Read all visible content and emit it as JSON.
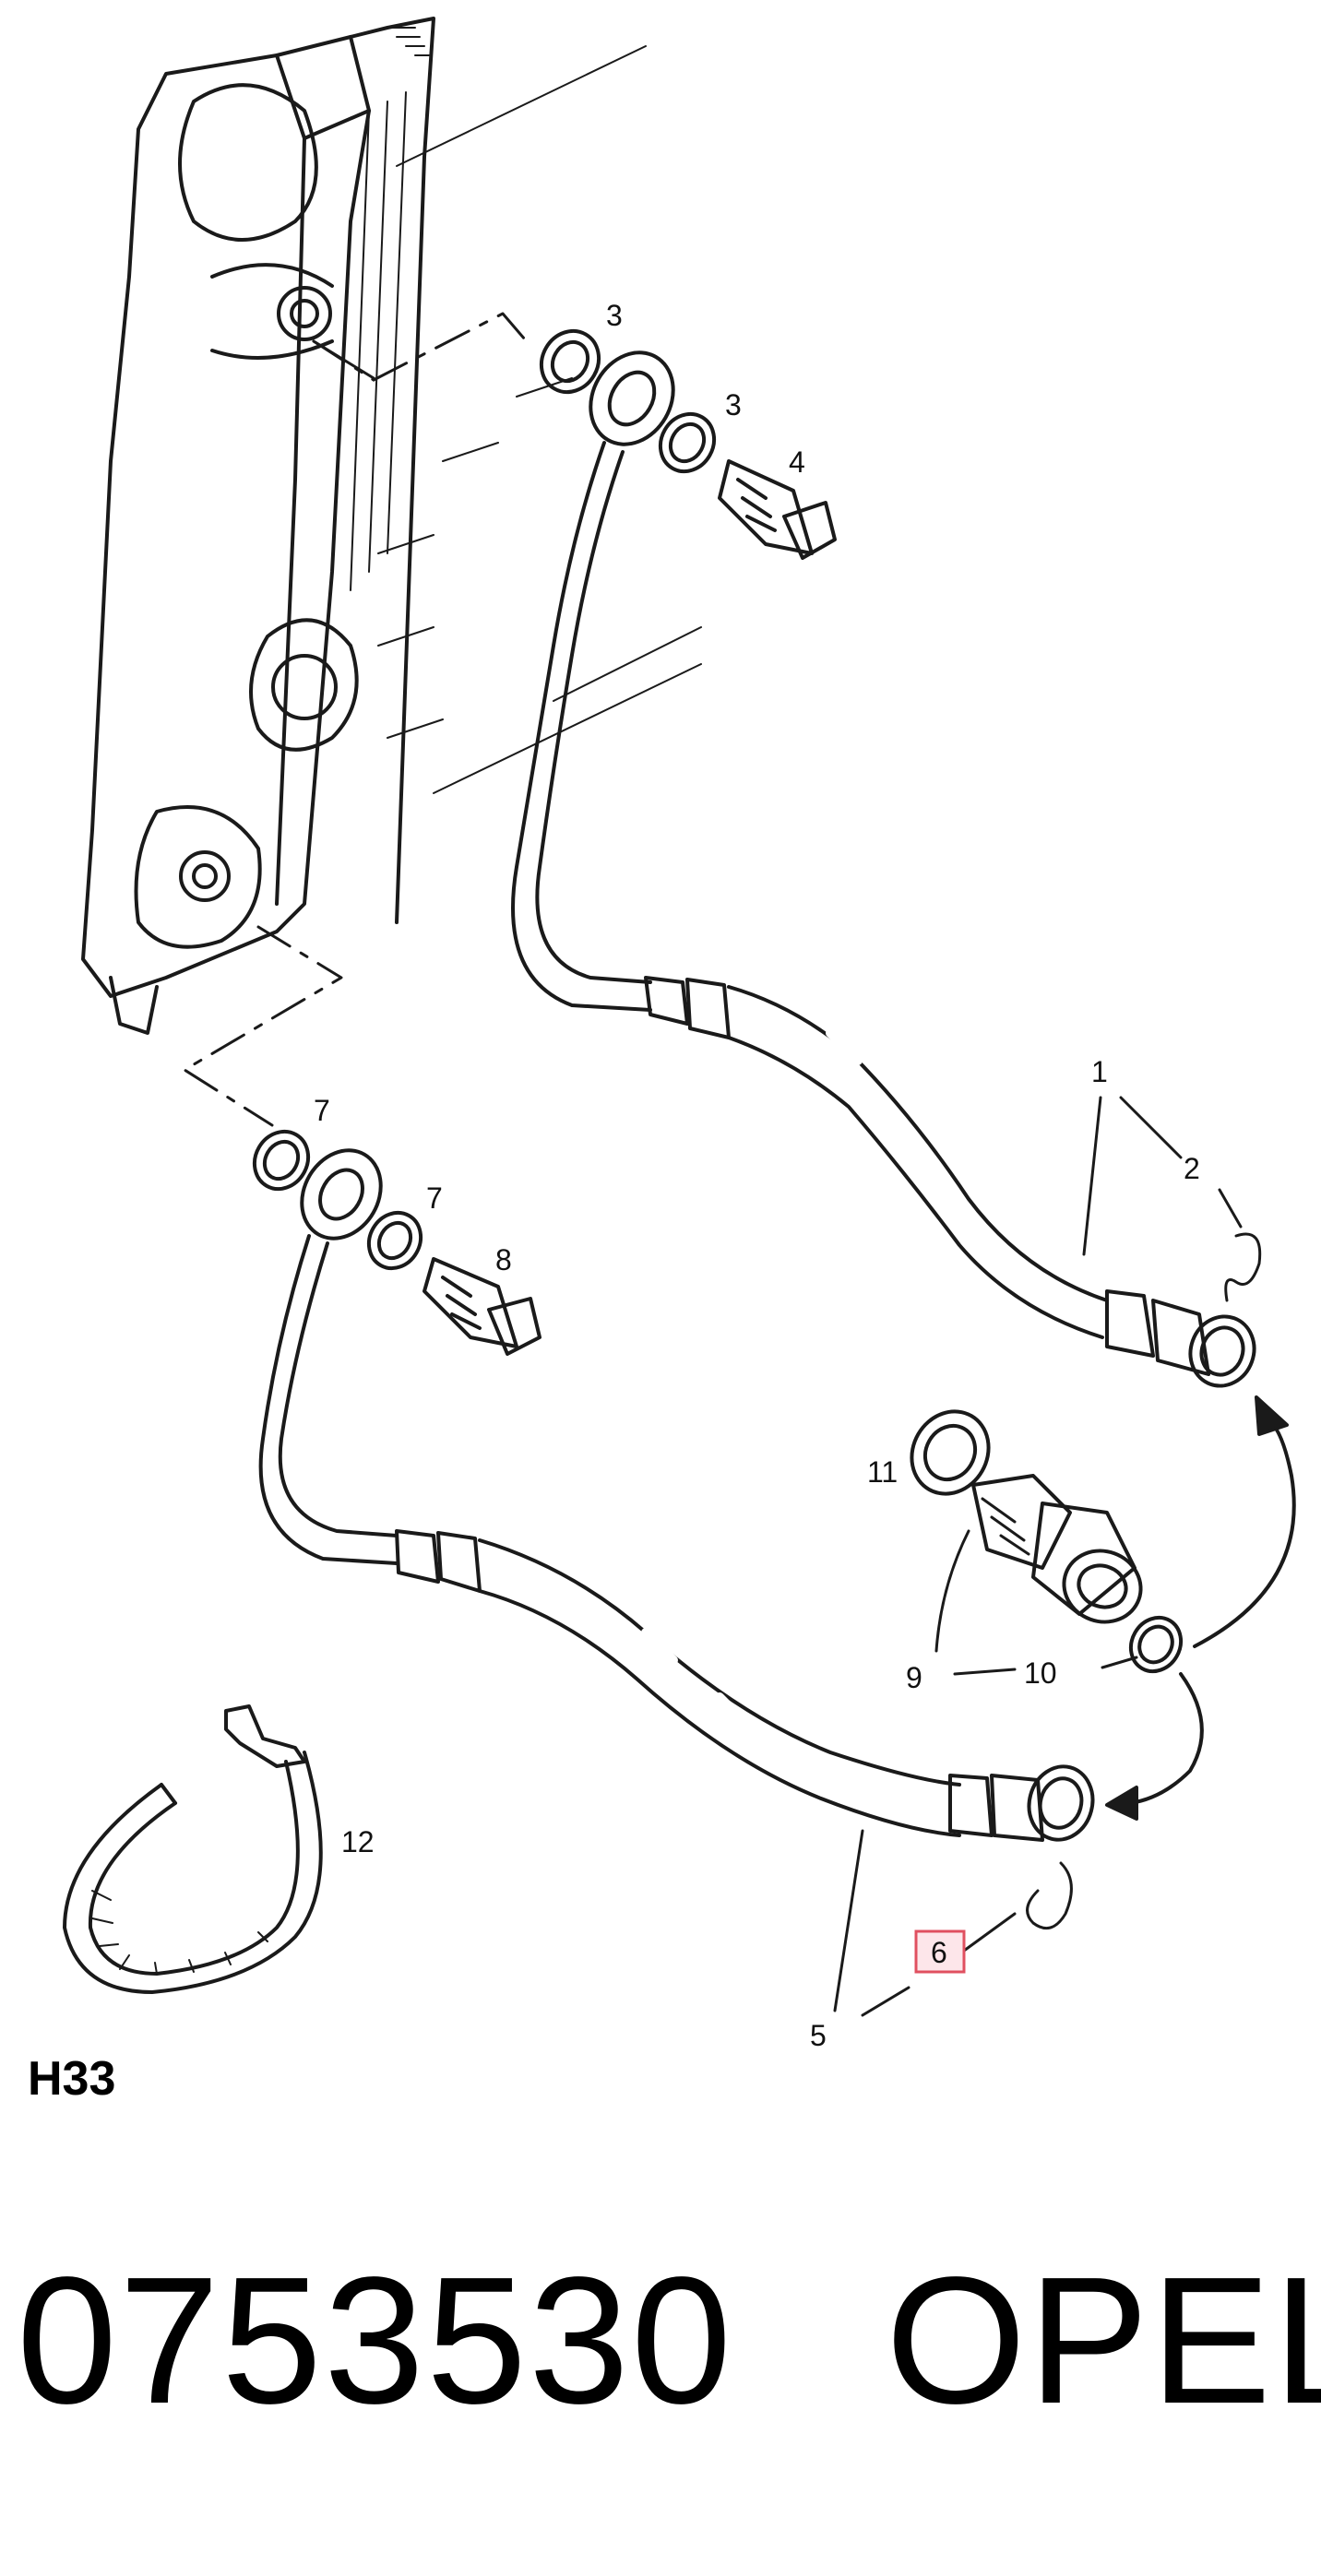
{
  "diagram": {
    "callouts": {
      "c1": "1",
      "c2": "2",
      "c3a": "3",
      "c3b": "3",
      "c4": "4",
      "c5": "5",
      "c6": "6",
      "c7a": "7",
      "c7b": "7",
      "c8": "8",
      "c9": "9",
      "c10": "10",
      "c11": "11",
      "c12": "12"
    },
    "highlight_color": "#e05060"
  },
  "footer": {
    "code": "H33",
    "part_number": "0753530",
    "brand": "OPEL"
  }
}
